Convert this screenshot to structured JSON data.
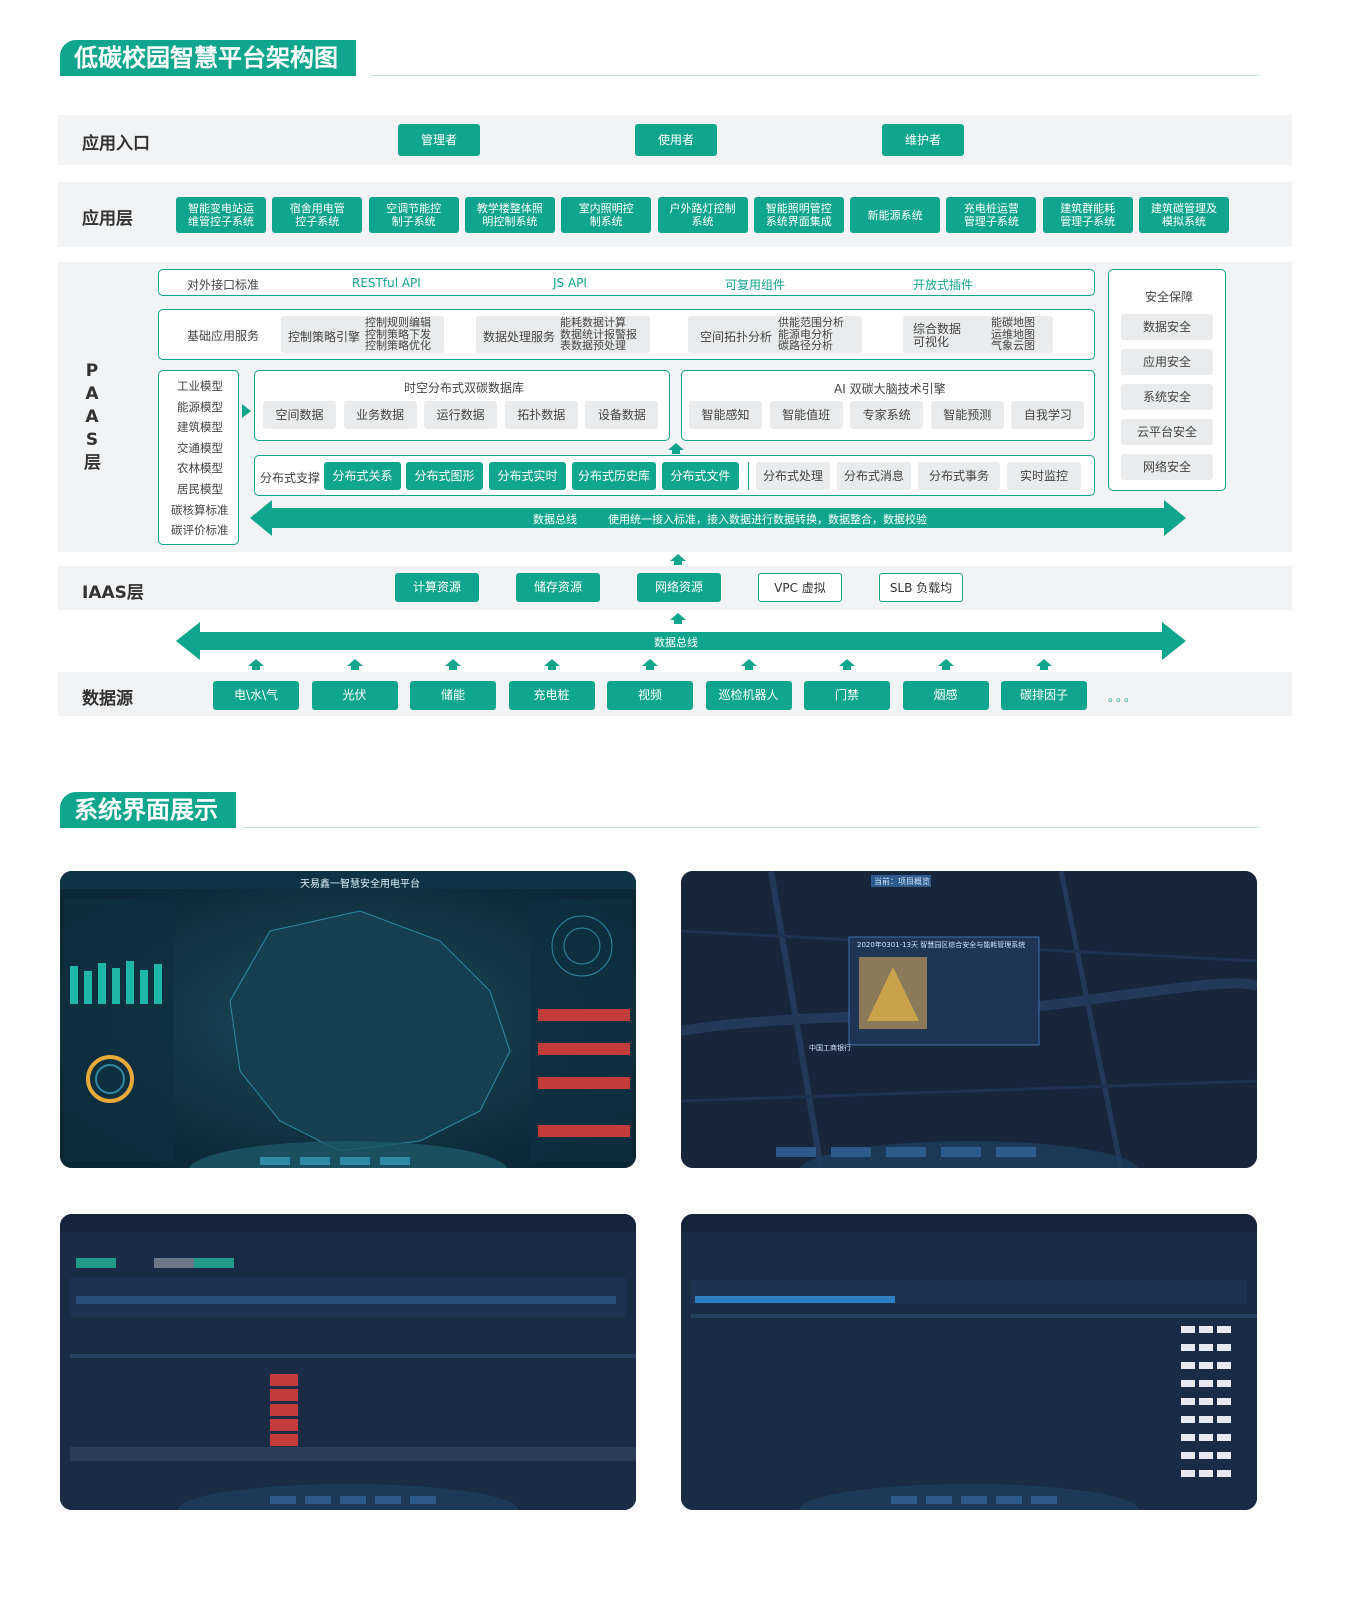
{
  "sections": {
    "arch_title": "低碳校园智慧平台架构图",
    "ui_title": "系统界面展示"
  },
  "entry": {
    "label": "应用入口",
    "items": [
      "管理者",
      "使用者",
      "维护者"
    ]
  },
  "app_layer": {
    "label": "应用层",
    "items": [
      "智能变电站运\n维管控子系统",
      "宿舍用电管\n控子系统",
      "空调节能控\n制子系统",
      "教学楼整体照\n明控制系统",
      "室内照明控\n制系统",
      "户外路灯控制\n系统",
      "智能照明管控\n系统界面集成",
      "新能源系统",
      "充电桩运营\n管理子系统",
      "建筑群能耗\n管理子系统",
      "建筑碳管理及\n模拟系统"
    ]
  },
  "paas": {
    "label": "P\nA\nA\nS\n层",
    "interface": {
      "title": "对外接口标准",
      "items": [
        "RESTful API",
        "JS API",
        "可复用组件",
        "开放式插件"
      ]
    },
    "base": {
      "title": "基础应用服务",
      "groups": [
        {
          "name": "控制策略引擎",
          "detail": "控制规则编辑\n控制策略下发\n控制策略优化"
        },
        {
          "name": "数据处理服务",
          "detail": "能耗数据计算\n数据统计报警报\n表数据预处理"
        },
        {
          "name": "空间拓扑分析",
          "detail": "供能范围分析\n能源电分析\n碳路径分析"
        },
        {
          "name": "综合数据\n可视化",
          "detail": "能碳地图\n运维地图\n气象云图"
        }
      ]
    },
    "models": [
      "工业模型",
      "能源模型",
      "建筑模型",
      "交通模型",
      "农林模型",
      "居民模型",
      "碳核算标准",
      "碳评价标准"
    ],
    "db": {
      "title": "时空分布式双碳数据库",
      "items": [
        "空间数据",
        "业务数据",
        "运行数据",
        "拓扑数据",
        "设备数据"
      ]
    },
    "ai": {
      "title": "AI 双碳大脑技术引擎",
      "items": [
        "智能感知",
        "智能值班",
        "专家系统",
        "智能预测",
        "自我学习"
      ]
    },
    "dist": {
      "title": "分布式支撑",
      "green": [
        "分布式关系",
        "分布式图形",
        "分布式实时",
        "分布式历史库",
        "分布式文件"
      ],
      "gray": [
        "分布式处理",
        "分布式消息",
        "分布式事务",
        "实时监控"
      ]
    },
    "bus": {
      "name": "数据总线",
      "desc": "使用统一接入标准，接入数据进行数据转换，数据整合，数据校验"
    },
    "security": {
      "title": "安全保障",
      "items": [
        "数据安全",
        "应用安全",
        "系统安全",
        "云平台安全",
        "网络安全"
      ]
    }
  },
  "iaas": {
    "label": "IAAS层",
    "green": [
      "计算资源",
      "储存资源",
      "网络资源"
    ],
    "outline": [
      "VPC 虚拟",
      "SLB 负载均"
    ]
  },
  "bus2": {
    "name": "数据总线"
  },
  "source": {
    "label": "数据源",
    "items": [
      "电\\水\\气",
      "光伏",
      "储能",
      "充电桩",
      "视频",
      "巡检机器人",
      "门禁",
      "烟感",
      "碳排因子"
    ],
    "more": "。。。"
  },
  "screens": {
    "s1_title": "天易鑫一智慧安全用电平台",
    "s2_tab": "当前：项目概览",
    "s2_popup": "2020年0301-13天 智慧园区综合安全与能耗管理系统",
    "s2_place": "中国工商银行"
  },
  "colors": {
    "accent": "#10a58d",
    "band": "#f1f3f4",
    "screen_bg": "#1a2c45"
  }
}
